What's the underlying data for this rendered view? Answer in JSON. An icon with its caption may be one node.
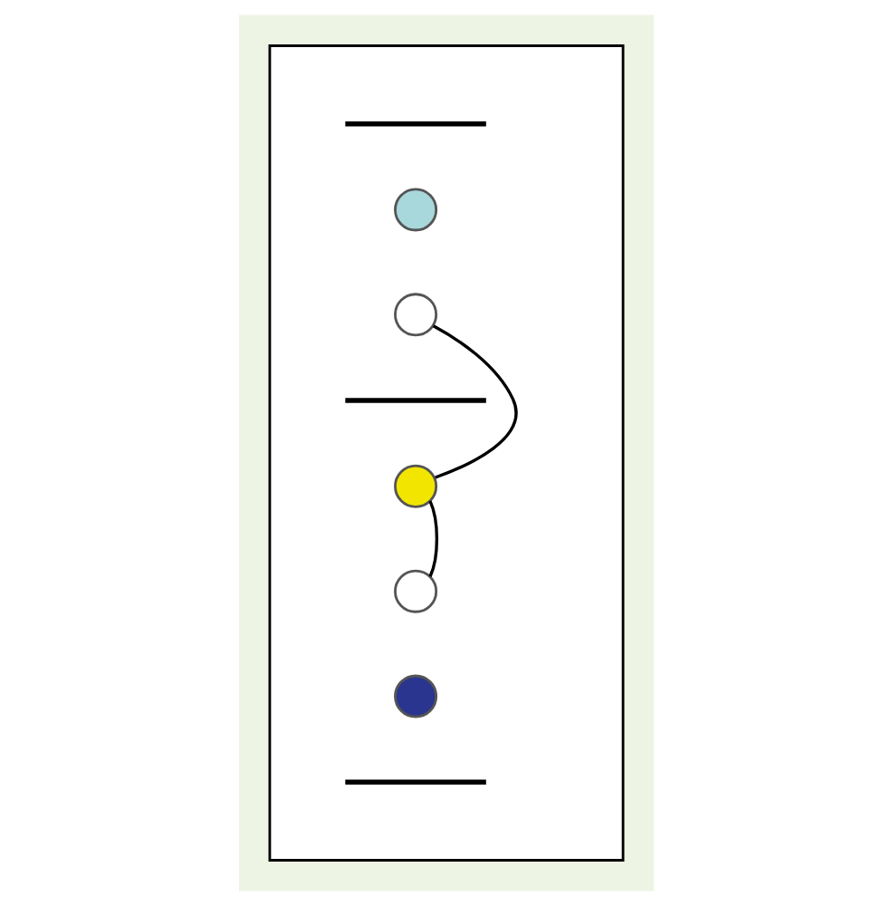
{
  "diagram": {
    "nodes": [
      {
        "text": [],
        "shape": "box"
      },
      {
        "text": [],
        "shape": "bar",
        "in": 0
      },
      {
        "text": [],
        "shape": "circle",
        "in": 0
      },
      {
        "text": [],
        "shape": "circle",
        "in": 0
      },
      {
        "text": [],
        "shape": "bar",
        "in": 0
      },
      {
        "text": [],
        "shape": "circle",
        "in": 0
      },
      {
        "text": [],
        "shape": "circle",
        "in": 0
      },
      {
        "text": [],
        "shape": "circle",
        "in": 0
      },
      {
        "text": [],
        "shape": "bar",
        "in": 0
      }
    ],
    "edges": [
      {
        "from": 3,
        "to": 5,
        "arrow": "none"
      },
      {
        "from": 5,
        "to": 6,
        "arrow": "none"
      }
    ]
  }
}
